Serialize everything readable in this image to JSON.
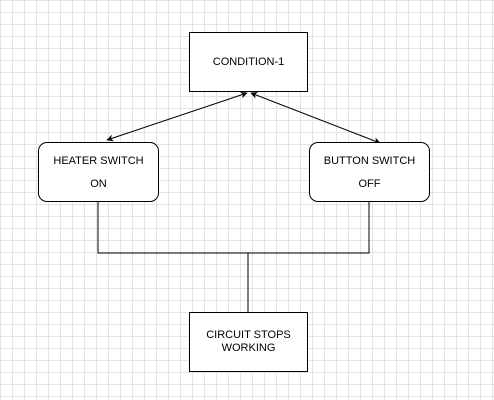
{
  "diagram": {
    "nodes": {
      "condition": {
        "label": "CONDITION-1"
      },
      "heater": {
        "line1": "HEATER SWITCH",
        "line2": "ON"
      },
      "button": {
        "line1": "BUTTON SWITCH",
        "line2": "OFF"
      },
      "circuit": {
        "line1": "CIRCUIT STOPS",
        "line2": "WORKING"
      }
    },
    "edges": [
      {
        "from": "condition",
        "to": "heater",
        "style": "double-arrow"
      },
      {
        "from": "condition",
        "to": "button",
        "style": "double-arrow"
      },
      {
        "from": "heater",
        "to": "circuit",
        "style": "orthogonal-line"
      },
      {
        "from": "button",
        "to": "circuit",
        "style": "orthogonal-line"
      }
    ],
    "colors": {
      "stroke": "#000000",
      "background": "#ffffff",
      "grid": "#e4e4e4"
    }
  }
}
